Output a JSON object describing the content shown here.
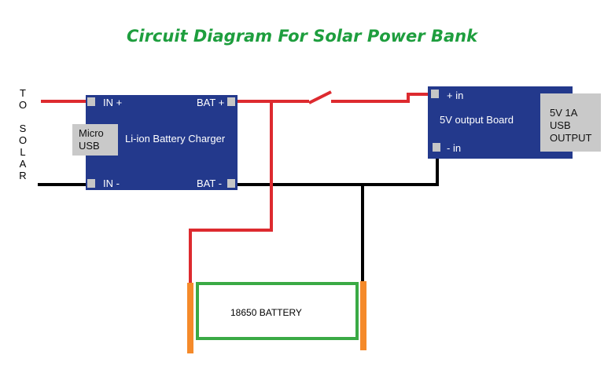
{
  "title": "Circuit Diagram For Solar Power Bank",
  "solar_label": [
    "T",
    "O",
    "",
    "S",
    "O",
    "L",
    "A",
    "R"
  ],
  "charger": {
    "name": "Li-ion Battery Charger",
    "in_plus": "IN +",
    "in_minus": "IN -",
    "bat_plus": "BAT +",
    "bat_minus": "BAT -",
    "micro_usb": [
      "Micro",
      "USB"
    ]
  },
  "output_board": {
    "name": "5V output Board",
    "plus_in": "+ in",
    "minus_in": "- in",
    "usb_output": [
      "5V 1A USB",
      "OUTPUT"
    ]
  },
  "battery": {
    "label": "18650 BATTERY"
  },
  "colors": {
    "title": "#1e9e3e",
    "board": "#23398c",
    "positive_wire": "#dd2a2f",
    "negative_wire": "#000000",
    "battery_outline": "#3aaa45",
    "battery_terminal": "#f58a2a",
    "pad": "#c6c6c6"
  },
  "icons": [
    "switch-symbol"
  ]
}
